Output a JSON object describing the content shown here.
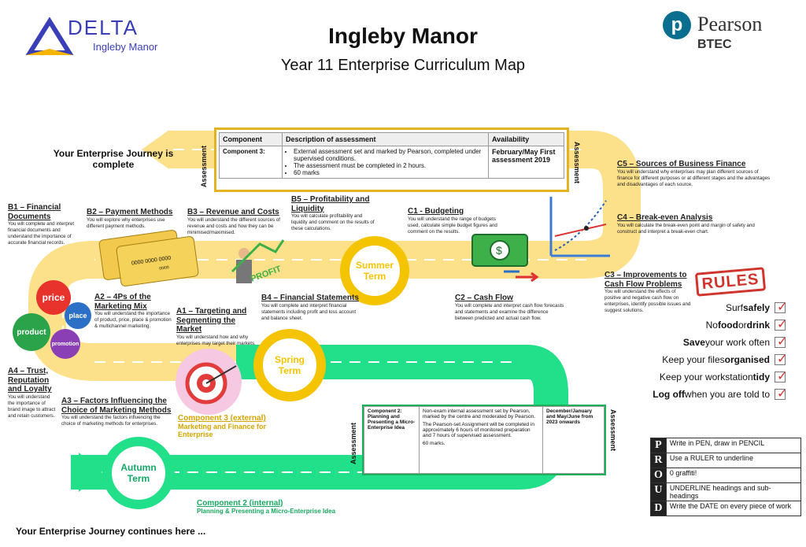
{
  "header": {
    "logo_delta": "DELTA",
    "logo_delta_sub": "Ingleby Manor",
    "title": "Ingleby Manor",
    "subtitle": "Year 11 Enterprise Curriculum Map",
    "logo_pearson": "Pearson",
    "logo_btec": "BTEC"
  },
  "journey": {
    "complete": "Your Enterprise Journey is complete",
    "continues": "Your Enterprise Journey continues here ..."
  },
  "assessment_label": "Assessment",
  "table3": {
    "headers": [
      "Component",
      "Description of assessment",
      "Availability"
    ],
    "component": "Component 3:",
    "bullets": [
      "External assessment set and marked by Pearson, completed under supervised conditions.",
      "The assessment must be completed in 2 hours.",
      "60 marks"
    ],
    "availability": "February/May First assessment 2019"
  },
  "table2": {
    "component": "Component 2: Planning and Presenting a Micro-Enterprise Idea",
    "desc1": "Non-exam internal assessment set by Pearson, marked by the centre and moderated by Pearson.",
    "desc2": "The Pearson-set Assignment will be completed in approximately 6 hours of monitored preparation and 7 hours of supervised assessment.",
    "desc3": "60 marks.",
    "availability": "December/January and May/June from 2023 onwards"
  },
  "terms": {
    "summer": "Summer Term",
    "spring": "Spring Term",
    "autumn": "Autumn Term"
  },
  "topics": {
    "b1": {
      "title": "B1 – Financial Documents",
      "desc": "You will complete and interpret financial documents and understand the importance of accurate financial records."
    },
    "b2": {
      "title": "B2 – Payment Methods",
      "desc": "You will explore why enterprises use different payment methods."
    },
    "b3": {
      "title": "B3 – Revenue and Costs",
      "desc": "You will understand the different sources of revenue and costs and how they can be minimised/maximised."
    },
    "b5": {
      "title": "B5 – Profitability and Liquidity",
      "desc": "You will calculate profitability and liquidity and comment on the results of these calculations."
    },
    "c1": {
      "title": "C1 - Budgeting",
      "desc": "You will understand the range of budgets used, calculate simple budget figures and comment on the results."
    },
    "c5": {
      "title": "C5 – Sources of Business Finance",
      "desc": "You will understand why enterprises may plan different sources of finance for different purposes or at different stages and the advantages and disadvantages of each source."
    },
    "c4": {
      "title": "C4 – Break-even Analysis",
      "desc": "You will calculate the break-even point and margin of safety and construct and interpret a break-even chart."
    },
    "c3": {
      "title": "C3 – Improvements to Cash Flow Problems",
      "desc": "You will understand the effects of positive and negative cash flow on enterprises, identify possible issues and suggest solutions."
    },
    "c2": {
      "title": "C2 – Cash Flow",
      "desc": "You will complete and interpret cash flow forecasts and statements and examine the difference between predicted and actual cash flow."
    },
    "b4": {
      "title": "B4 – Financial Statements",
      "desc": "You will complete and interpret financial statements including profit and loss account and balance sheet."
    },
    "a2": {
      "title": "A2 – 4Ps of the Marketing Mix",
      "desc": "You will understand the importance of product, price, place & promotion & multichannel marketing."
    },
    "a1": {
      "title": "A1 – Targeting and Segmenting the Market",
      "desc": "You will understand how and why enterprises may target their markets."
    },
    "a4": {
      "title": "A4 – Trust, Reputation and Loyalty",
      "desc": "You will understand the importance of brand image to attract and retain customers."
    },
    "a3": {
      "title": "A3 – Factors Influencing the Choice of Marketing Methods",
      "desc": "You will understand the factors influencing the choice of marketing methods for enterprises."
    }
  },
  "components": {
    "c3_title": "Component 3 (external)",
    "c3_sub": "Marketing and Finance for Enterprise",
    "c2_title": "Component 2 (internal)",
    "c2_sub": "Planning & Presenting a Micro-Enterprise Idea"
  },
  "gears": [
    "price",
    "place",
    "product",
    "promotion"
  ],
  "card_number": "0000 0000 0000",
  "card_date": "00/00",
  "profit_label": "PROFIT",
  "rules": {
    "stamp": "RULES",
    "items": [
      {
        "pre": "Surf ",
        "bold": "safely",
        "post": ""
      },
      {
        "pre": "No ",
        "bold": "food",
        "mid": " or ",
        "bold2": "drink",
        "post": ""
      },
      {
        "pre": "",
        "bold": "Save",
        "post": " your work often"
      },
      {
        "pre": "Keep your files ",
        "bold": "organised",
        "post": ""
      },
      {
        "pre": "Keep your workstation ",
        "bold": "tidy",
        "post": ""
      },
      {
        "pre": "",
        "bold": "Log off",
        "post": " when you are told to"
      }
    ]
  },
  "proud": [
    {
      "letter": "P",
      "text": "Write in PEN, draw in PENCIL"
    },
    {
      "letter": "R",
      "text": "Use a RULER to underline"
    },
    {
      "letter": "O",
      "text": "0 graffiti!"
    },
    {
      "letter": "U",
      "text": "UNDERLINE headings and sub-headings"
    },
    {
      "letter": "D",
      "text": "Write the DATE on every piece of work"
    }
  ],
  "colors": {
    "yellow_road": "#fde08a",
    "green_road": "#22e08a",
    "circle_yellow": "#f5c400",
    "stamp_red": "#d0342c",
    "delta_blue": "#3a3fb8"
  }
}
